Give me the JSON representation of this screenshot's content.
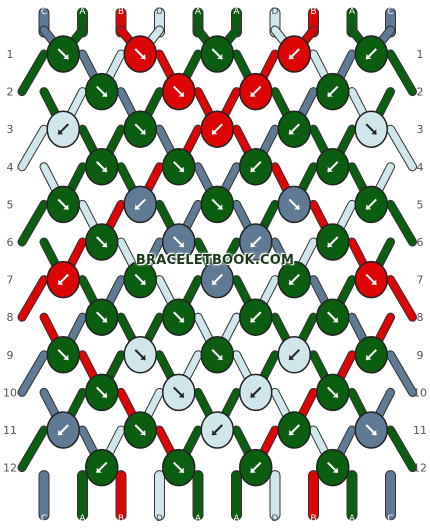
{
  "watermark": "BRACELETBOOK.COM",
  "colors": {
    "C": "#5f7a94",
    "A": "#0b5e10",
    "B": "#dc0404",
    "D": "#cfe6ea"
  },
  "strands_top": [
    "C",
    "A",
    "B",
    "D",
    "A",
    "A",
    "D",
    "B",
    "A",
    "C"
  ],
  "strands_bottom": [
    "C",
    "A",
    "B",
    "D",
    "A",
    "A",
    "D",
    "B",
    "A",
    "C"
  ],
  "row_labels": [
    "1",
    "2",
    "3",
    "4",
    "5",
    "6",
    "7",
    "8",
    "9",
    "10",
    "11",
    "12"
  ],
  "knots": [
    [
      {
        "c": "A",
        "d": "se"
      },
      {
        "c": "B",
        "d": "se"
      },
      {
        "c": "A",
        "d": "se"
      },
      {
        "c": "B",
        "d": "sw"
      },
      {
        "c": "A",
        "d": "sw"
      }
    ],
    [
      {
        "c": "A",
        "d": "se"
      },
      {
        "c": "B",
        "d": "se"
      },
      {
        "c": "B",
        "d": "sw"
      },
      {
        "c": "A",
        "d": "sw"
      }
    ],
    [
      {
        "c": "D",
        "d": "sw"
      },
      {
        "c": "A",
        "d": "se"
      },
      {
        "c": "B",
        "d": "sw"
      },
      {
        "c": "A",
        "d": "sw"
      },
      {
        "c": "D",
        "d": "se"
      }
    ],
    [
      {
        "c": "A",
        "d": "se"
      },
      {
        "c": "A",
        "d": "se"
      },
      {
        "c": "A",
        "d": "sw"
      },
      {
        "c": "A",
        "d": "sw"
      }
    ],
    [
      {
        "c": "A",
        "d": "se"
      },
      {
        "c": "C",
        "d": "sw"
      },
      {
        "c": "A",
        "d": "se"
      },
      {
        "c": "C",
        "d": "se"
      },
      {
        "c": "A",
        "d": "sw"
      }
    ],
    [
      {
        "c": "A",
        "d": "se"
      },
      {
        "c": "C",
        "d": "se"
      },
      {
        "c": "C",
        "d": "sw"
      },
      {
        "c": "A",
        "d": "sw"
      }
    ],
    [
      {
        "c": "B",
        "d": "sw"
      },
      {
        "c": "A",
        "d": "se"
      },
      {
        "c": "C",
        "d": "sw"
      },
      {
        "c": "A",
        "d": "sw"
      },
      {
        "c": "B",
        "d": "se"
      }
    ],
    [
      {
        "c": "A",
        "d": "se"
      },
      {
        "c": "A",
        "d": "se"
      },
      {
        "c": "A",
        "d": "sw"
      },
      {
        "c": "A",
        "d": "se"
      }
    ],
    [
      {
        "c": "A",
        "d": "se"
      },
      {
        "c": "D",
        "d": "se"
      },
      {
        "c": "A",
        "d": "se"
      },
      {
        "c": "D",
        "d": "sw"
      },
      {
        "c": "A",
        "d": "sw"
      }
    ],
    [
      {
        "c": "A",
        "d": "se"
      },
      {
        "c": "D",
        "d": "se"
      },
      {
        "c": "D",
        "d": "sw"
      },
      {
        "c": "A",
        "d": "se"
      }
    ],
    [
      {
        "c": "C",
        "d": "sw"
      },
      {
        "c": "A",
        "d": "se"
      },
      {
        "c": "D",
        "d": "sw"
      },
      {
        "c": "A",
        "d": "sw"
      },
      {
        "c": "C",
        "d": "se"
      }
    ],
    [
      {
        "c": "A",
        "d": "sw"
      },
      {
        "c": "A",
        "d": "se"
      },
      {
        "c": "A",
        "d": "sw"
      },
      {
        "c": "A",
        "d": "se"
      }
    ]
  ]
}
